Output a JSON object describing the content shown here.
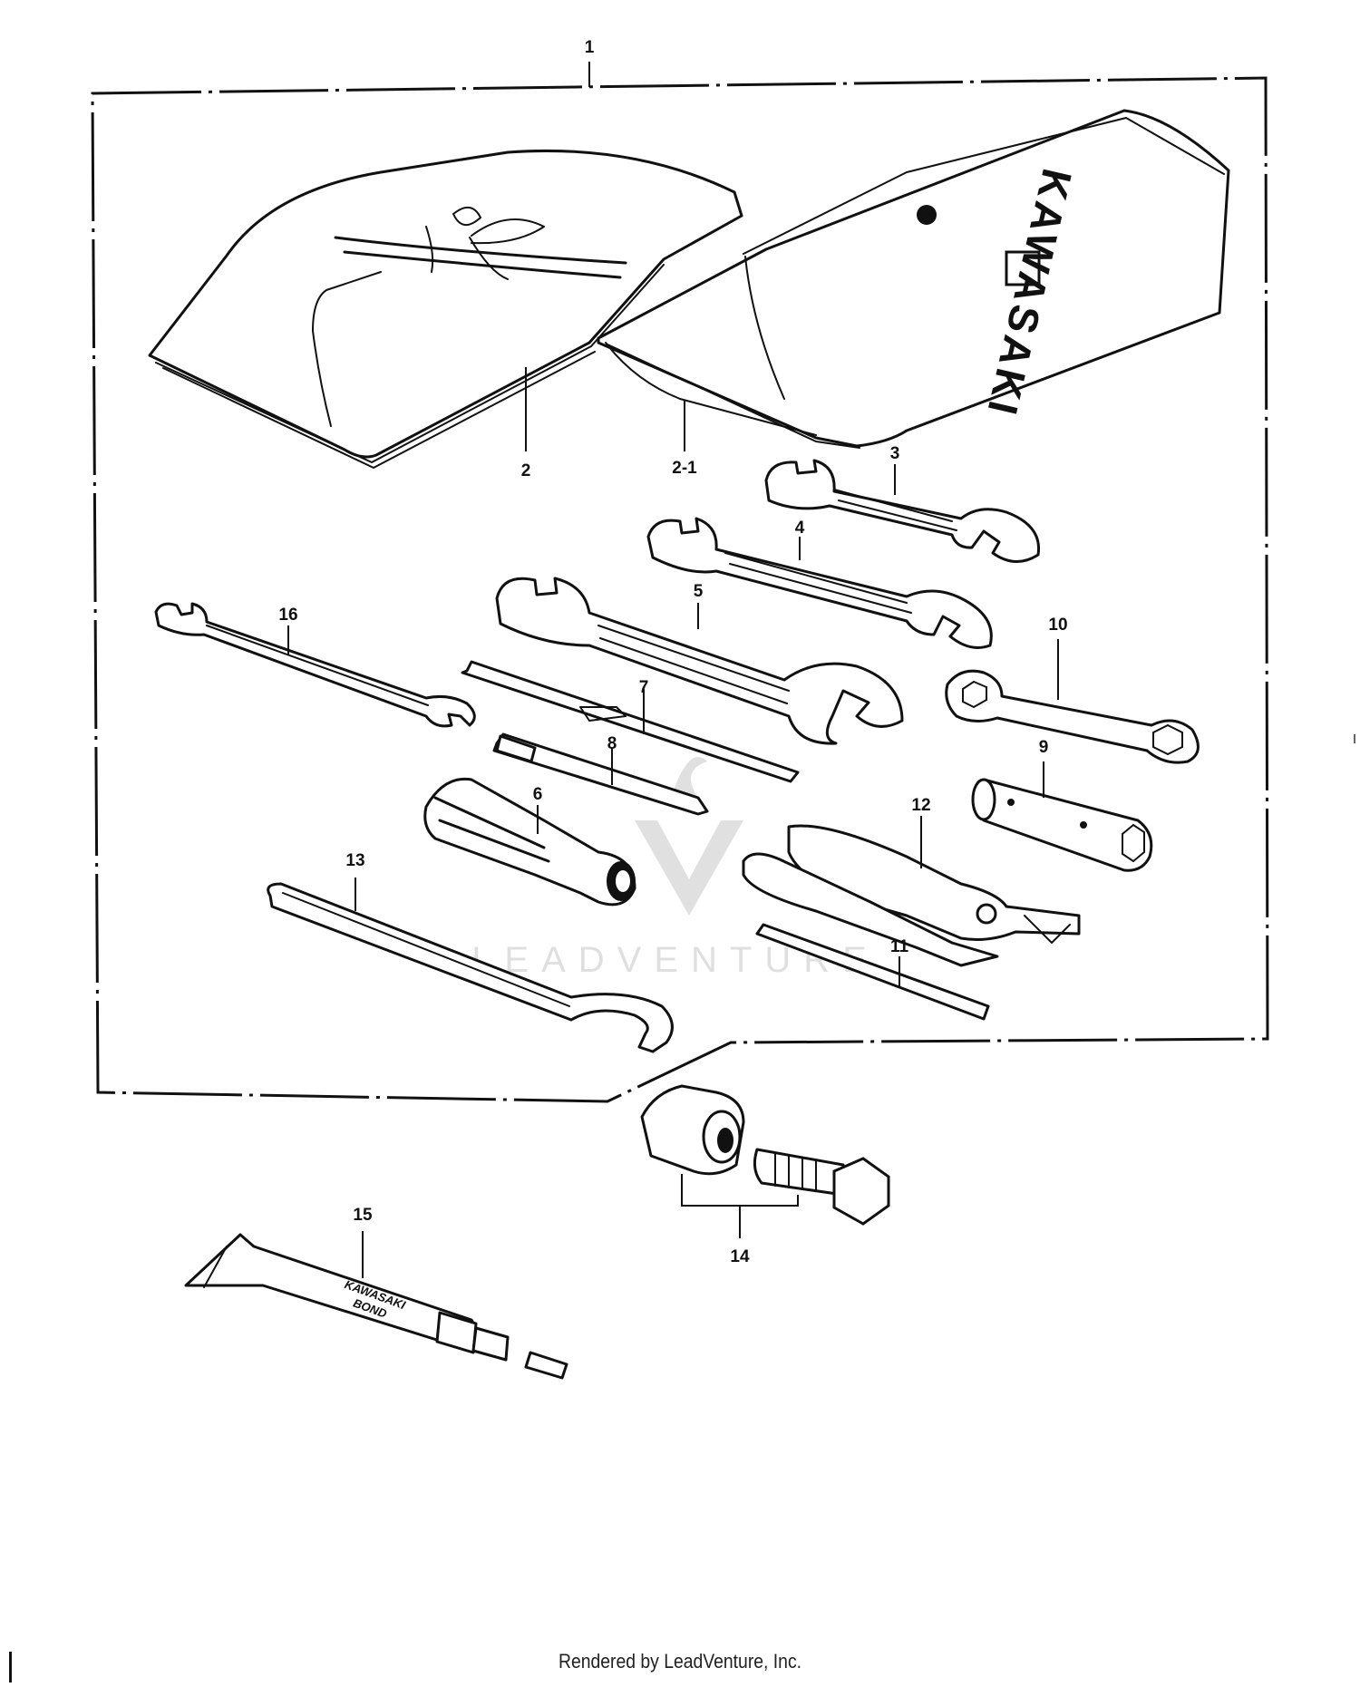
{
  "diagram": {
    "brand_on_case": "KAWASAKI",
    "tube_label_line1": "KAWASAKI",
    "tube_label_line2": "BOND",
    "watermark": "LEADVENTURE",
    "footer": "Rendered by LeadVenture, Inc."
  },
  "callouts": {
    "c1": "1",
    "c2": "2",
    "c2_1": "2-1",
    "c3": "3",
    "c4": "4",
    "c5": "5",
    "c6": "6",
    "c7": "7",
    "c8": "8",
    "c9": "9",
    "c10": "10",
    "c11": "11",
    "c12": "12",
    "c13": "13",
    "c14": "14",
    "c15": "15",
    "c16": "16"
  },
  "colors": {
    "ink": "#111111",
    "paper": "#ffffff"
  }
}
